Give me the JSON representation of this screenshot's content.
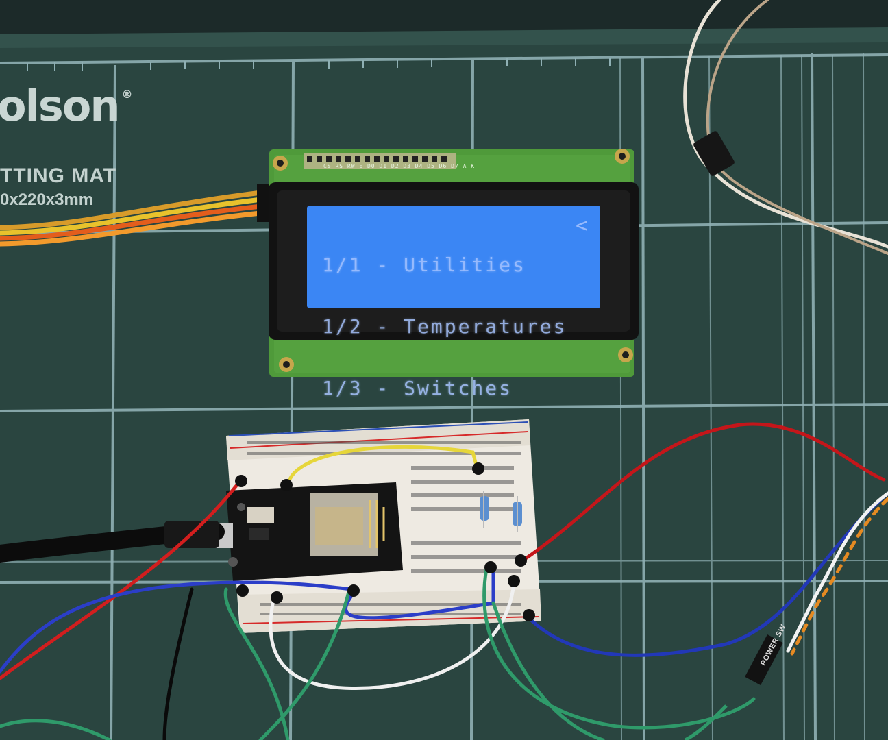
{
  "mat": {
    "brand": "olson",
    "line1": "TTING MAT",
    "line2": "0x220x3mm"
  },
  "lcd": {
    "lines": [
      "1/1 - Utilities",
      "1/2 - Temperatures",
      "1/3 - Switches"
    ],
    "cursor": "<",
    "pin_labels": "CS RS RW E D0 D1 D2 D3 D4 D5 D6 D7 A K"
  },
  "cable_label": "POWER SW",
  "colors": {
    "mat": "#2a4540",
    "grid": "#8fb0b4",
    "lcd_backlight": "#2f7cf0",
    "pcb_green": "#4f9a3a",
    "breadboard": "#eeeae2"
  }
}
